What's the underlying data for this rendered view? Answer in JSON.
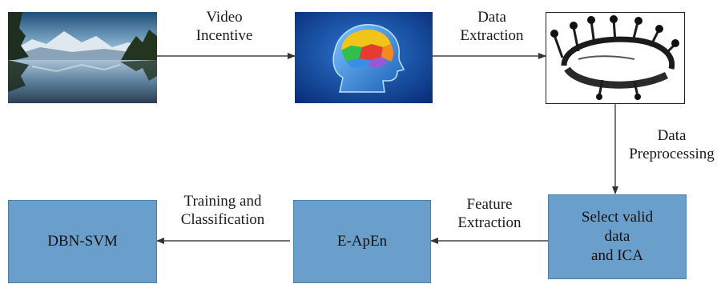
{
  "steps": {
    "video_incentive": [
      "Video",
      "Incentive"
    ],
    "data_extraction": [
      "Data",
      "Extraction"
    ],
    "data_preprocessing": [
      "Data",
      "Preprocessing"
    ],
    "feature_extraction": [
      "Feature",
      "Extraction"
    ],
    "training_classification": [
      "Training and",
      "Classification"
    ]
  },
  "boxes": {
    "select_valid": [
      "Select valid",
      "data",
      "and  ICA"
    ],
    "eapen": "E-ApEn",
    "dbn_svm": "DBN-SVM"
  },
  "images": {
    "landscape": "landscape-photo",
    "brain": "brain-head-illustration",
    "eeg_headset": "eeg-headset-photo"
  },
  "colors": {
    "box_fill": "#6a9fcb",
    "box_border": "#4e7fa8",
    "arrow": "#333333"
  }
}
